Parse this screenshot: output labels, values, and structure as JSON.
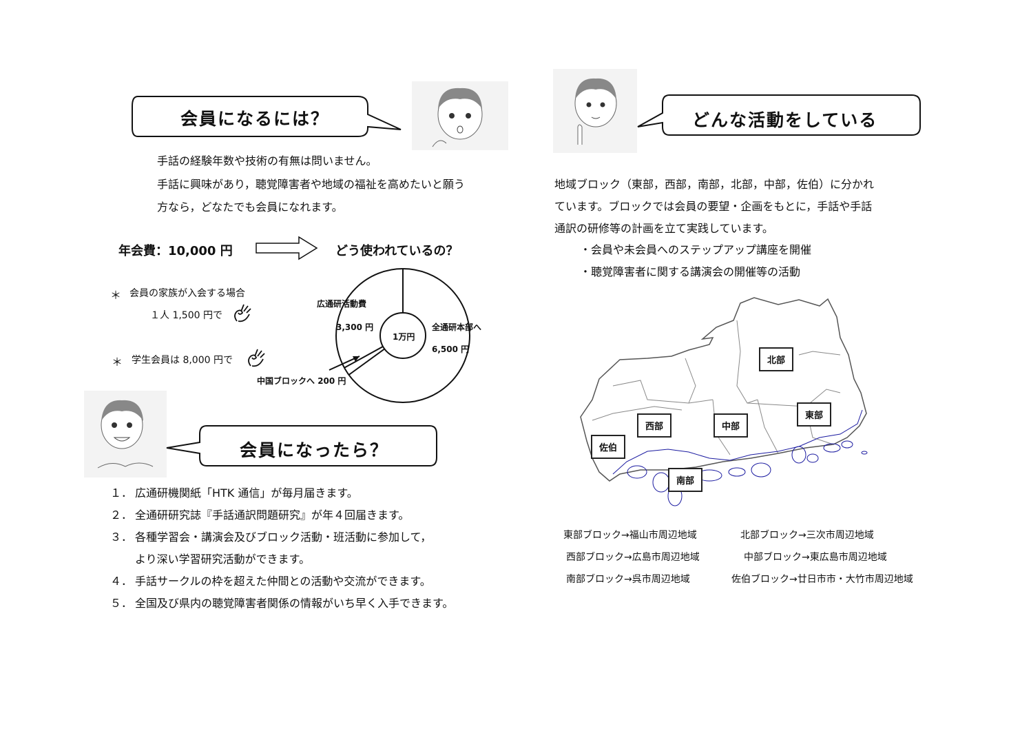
{
  "left": {
    "join": {
      "title": "会員になるには？",
      "lines": [
        "手話の経験年数や技術の有無は問いません。",
        "手話に興味があり，聴覚障害者や地域の福祉を高めたいと願う",
        "方なら，どなたでも会員になれます。"
      ]
    },
    "fee": {
      "annual": "年会費：10,000 円",
      "question": "どう使われているの？",
      "family_label": "会員の家族が入会する場合",
      "family_price": "１人 1,500 円で",
      "student": "学生会員は 8,000 円で",
      "bullet": "＊"
    },
    "pie": {
      "center": "1万円",
      "slices": [
        {
          "name": "全通研本部へ",
          "value": 6500,
          "label": "6,500 円"
        },
        {
          "name": "中国ブロックへ",
          "value": 200,
          "label": "200 円"
        },
        {
          "name": "広通研活動費",
          "value": 3300,
          "label": "3,300 円"
        }
      ]
    },
    "benefits": {
      "title": "会員になったら？",
      "items": [
        {
          "num": "１．",
          "text": "広通研機関紙「HTK 通信」が毎月届きます。"
        },
        {
          "num": "２．",
          "text": "全通研研究誌『手話通訳問題研究』が年４回届きます。"
        },
        {
          "num": "３．",
          "text": "各種学習会・講演会及びブロック活動・班活動に参加して，",
          "cont": "より深い学習研究活動ができます。"
        },
        {
          "num": "４．",
          "text": "手話サークルの枠を超えた仲間との活動や交流ができます。"
        },
        {
          "num": "５．",
          "text": "全国及び県内の聴覚障害者関係の情報がいち早く入手できます。"
        }
      ]
    }
  },
  "right": {
    "title": "どんな活動をしている",
    "lines": [
      "地域ブロック（東部，西部，南部，北部，中部，佐伯）に分かれ",
      "ています。ブロックでは会員の要望・企画をもとに，手話や手話",
      "通訳の研修等の計画を立て実践しています。"
    ],
    "bullets": [
      "・会員や未会員へのステップアップ講座を開催",
      "・聴覚障害者に関する講演会の開催等の活動"
    ],
    "map_labels": {
      "hokubu": "北部",
      "tobu": "東部",
      "seibu": "西部",
      "chubu": "中部",
      "saiki": "佐伯",
      "nanbu": "南部"
    },
    "blocks": [
      [
        "東部ブロック→福山市周辺地域",
        "北部ブロック→三次市周辺地域"
      ],
      [
        "西部ブロック→広島市周辺地域",
        "中部ブロック→東広島市周辺地域"
      ],
      [
        "南部ブロック→呉市周辺地域",
        "佐伯ブロック→廿日市市・大竹市周辺地域"
      ]
    ]
  },
  "colors": {
    "coast": "#1a1aa0",
    "border": "#777777"
  }
}
